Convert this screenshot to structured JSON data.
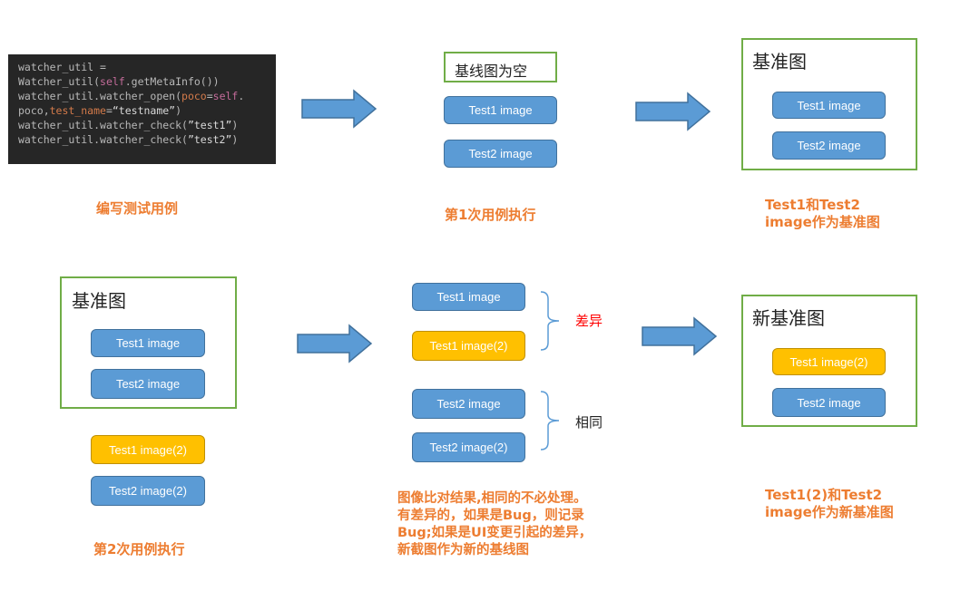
{
  "code": {
    "line1": "watcher_util =",
    "line2_a": "Watcher_util(",
    "line2_kw": "self",
    "line2_b": ".getMetaInfo())",
    "line3_a": "watcher_util.watcher_open(",
    "line3_p": "poco",
    "line3_eq": "=",
    "line3_kw": "self",
    "line3_b": ".",
    "line4_a": "poco,",
    "line4_p": "test_name",
    "line4_eq": "=",
    "line4_s": "“testname”",
    "line4_b": ")",
    "line5_a": "watcher_util.watcher_check(",
    "line5_s": "”test1”",
    "line5_b": ")",
    "line6_a": "watcher_util.watcher_check(",
    "line6_s": "”test2”",
    "line6_b": ")"
  },
  "step1": {
    "caption": "编写测试用例"
  },
  "step2": {
    "empty_baseline": "基线图为空",
    "test1": "Test1 image",
    "test2": "Test2 image",
    "caption": "第1次用例执行"
  },
  "step3": {
    "title": "基准图",
    "test1": "Test1 image",
    "test2": "Test2 image",
    "caption_line1": "Test1和Test2",
    "caption_line2": "image作为基准图"
  },
  "step4": {
    "title": "基准图",
    "test1": "Test1 image",
    "test2": "Test2 image",
    "new1": "Test1 image(2)",
    "new2": "Test2 image(2)",
    "caption": "第2次用例执行"
  },
  "step5": {
    "a1": "Test1 image",
    "a2": "Test1 image(2)",
    "b1": "Test2 image",
    "b2": "Test2 image(2)",
    "diff_label": "差异",
    "same_label": "相同",
    "caption_line1": "图像比对结果,相同的不必处理。",
    "caption_line2": "有差异的，如果是Bug，则记录",
    "caption_line3": "Bug;如果是UI变更引起的差异，",
    "caption_line4": "新截图作为新的基线图"
  },
  "step6": {
    "title": "新基准图",
    "test1": "Test1 image(2)",
    "test2": "Test2 image",
    "caption_line1": "Test1(2)和Test2",
    "caption_line2": "image作为新基准图"
  },
  "colors": {
    "blue_fill": "#5b9bd5",
    "yellow_fill": "#ffc000",
    "frame_green": "#70ad47",
    "caption_orange": "#ed7d31",
    "diff_red": "#ff0000"
  }
}
